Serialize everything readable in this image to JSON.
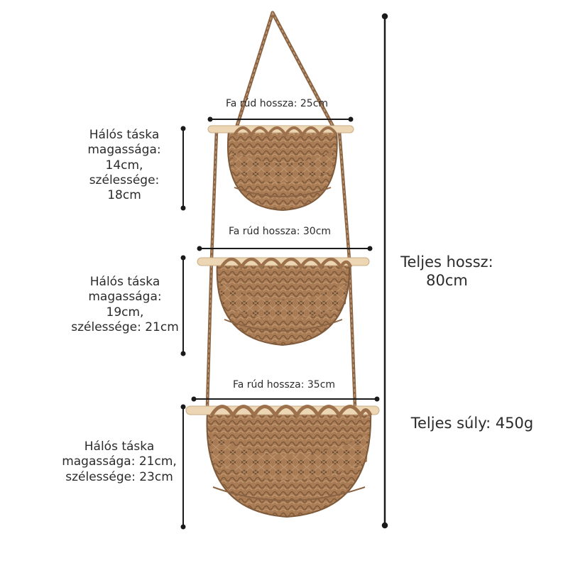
{
  "rods": [
    {
      "label": "Fa rúd hossza: 25cm"
    },
    {
      "label": "Fa rúd hossza: 30cm"
    },
    {
      "label": "Fa rúd hossza: 35cm"
    }
  ],
  "baskets": [
    {
      "label": "Hálós táska\nmagassága:\n14cm,\nszélessége:\n18cm"
    },
    {
      "label": "Hálós táska\nmagassága:\n19cm,\nszélessége: 21cm"
    },
    {
      "label": "Hálós táska\nmagassága: 21cm,\nszélessége: 23cm"
    }
  ],
  "total_length": "Teljes hossz:\n80cm",
  "total_weight": "Teljes súly: 450g",
  "colors": {
    "rope": "#a97c55",
    "rope_dark": "#7e5a3a",
    "rope_light": "#c49c74",
    "wood": "#ecd6b4",
    "line": "#1a1a1a",
    "text": "#2b2b2b"
  }
}
